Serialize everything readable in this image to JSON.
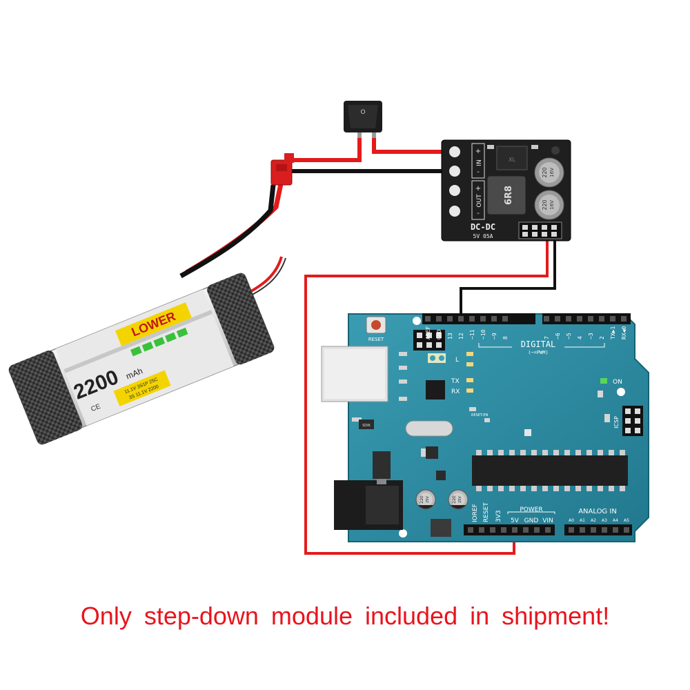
{
  "battery": {
    "brand": "LOWER",
    "capacity": "2200",
    "capacity_unit": "mAh",
    "spec_line_1": "11.1V 3S1P 25C",
    "spec_line_2": "3S 11.1V 2200",
    "mark": "CE"
  },
  "switch": {
    "symbol": "O"
  },
  "module": {
    "title": "DC-DC",
    "subtitle": "5V 05A",
    "in_label": "IN",
    "out_label": "OUT",
    "plus": "+",
    "minus": "-",
    "inductor": "6R8",
    "cap_value": "220",
    "cap_voltage": "16V",
    "ic": "XL"
  },
  "arduino": {
    "digital_label": "DIGITAL",
    "pwm_label": "(~=PWM)",
    "header_top_labels": [
      "AREF",
      "GND",
      "13",
      "12",
      "~11",
      "~10",
      "~9",
      "8",
      "7",
      "~6",
      "~5",
      "4",
      "~3",
      "2",
      "TX▶1",
      "RX◀0"
    ],
    "tx": "TX",
    "rx": "RX",
    "l": "L",
    "on": "ON",
    "icsp": "ICSP",
    "reset": "RESET",
    "reset_en": "RESET-EN",
    "power_label": "POWER",
    "power_pins": [
      "IOREF",
      "RESET",
      "3V3",
      "5V",
      "GND",
      "VIN"
    ],
    "analog_label": "ANALOG IN",
    "analog_pins": [
      "A0",
      "A1",
      "A2",
      "A3",
      "A4",
      "A5"
    ],
    "cap_value": "220",
    "cap_voltage": "25V",
    "diode": "SDIK"
  },
  "caption": "Only  step-down  module  included  in  shipment!",
  "colors": {
    "wire_red": "#e31b1b",
    "wire_black": "#111111",
    "board_teal": "#2a8aa0",
    "pcb_dark": "#1a1a1a",
    "caption_red": "#e8141c"
  }
}
